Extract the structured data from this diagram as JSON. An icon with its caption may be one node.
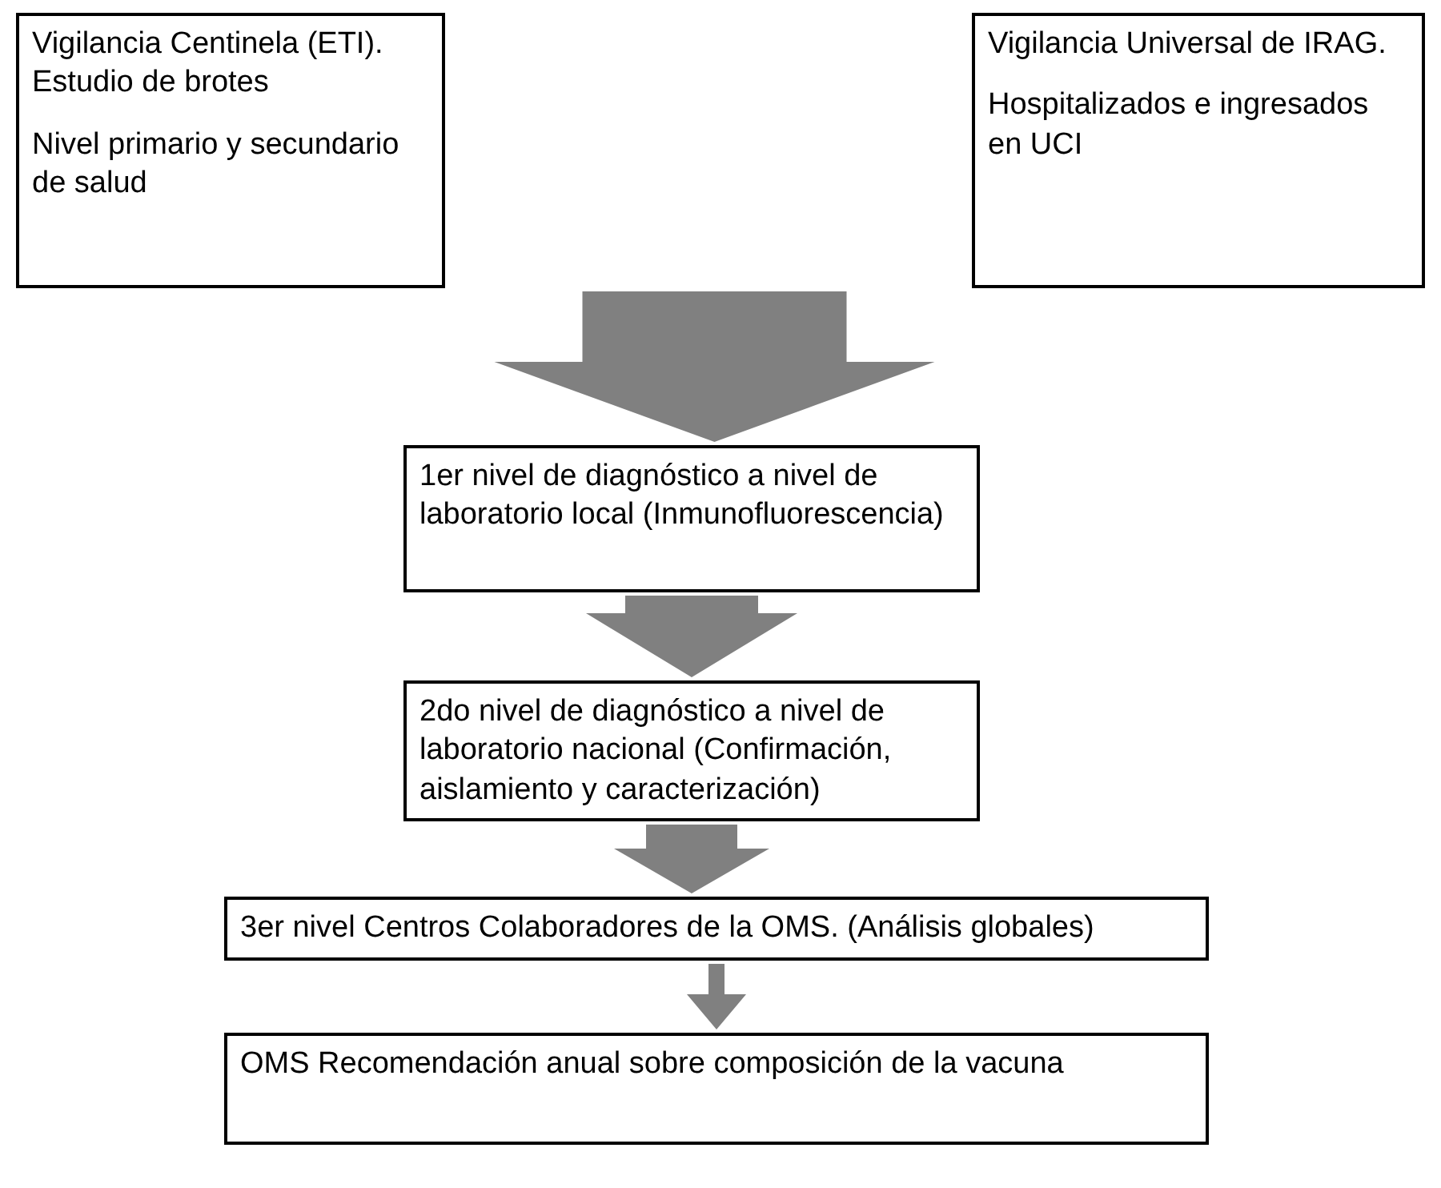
{
  "diagram": {
    "nodes": [
      {
        "text": [
          "Vigilancia Centinela (ETI). Estudio de brotes",
          "Nivel primario y secundario de salud"
        ]
      },
      {
        "text": [
          "Vigilancia Universal de IRAG.",
          "Hospitalizados e ingresados en UCI"
        ]
      },
      {
        "text": [
          "1er nivel de diagnóstico a nivel de laboratorio local (Inmunofluorescencia)"
        ]
      },
      {
        "text": [
          "2do nivel de diagnóstico a nivel de laboratorio nacional (Confirmación, aislamiento y caracterización)"
        ]
      },
      {
        "text": [
          "3er nivel Centros Colaboradores de la OMS. (Análisis globales)"
        ]
      },
      {
        "text": [
          "OMS Recomendación anual sobre composición de la vacuna"
        ]
      }
    ],
    "edges": [
      {
        "from": 0,
        "to": 2,
        "arrow": "to"
      },
      {
        "from": 1,
        "to": 2,
        "arrow": "to"
      },
      {
        "from": 2,
        "to": 3,
        "arrow": "to"
      },
      {
        "from": 3,
        "to": 4,
        "arrow": "to"
      },
      {
        "from": 4,
        "to": 5,
        "arrow": "to"
      }
    ]
  }
}
